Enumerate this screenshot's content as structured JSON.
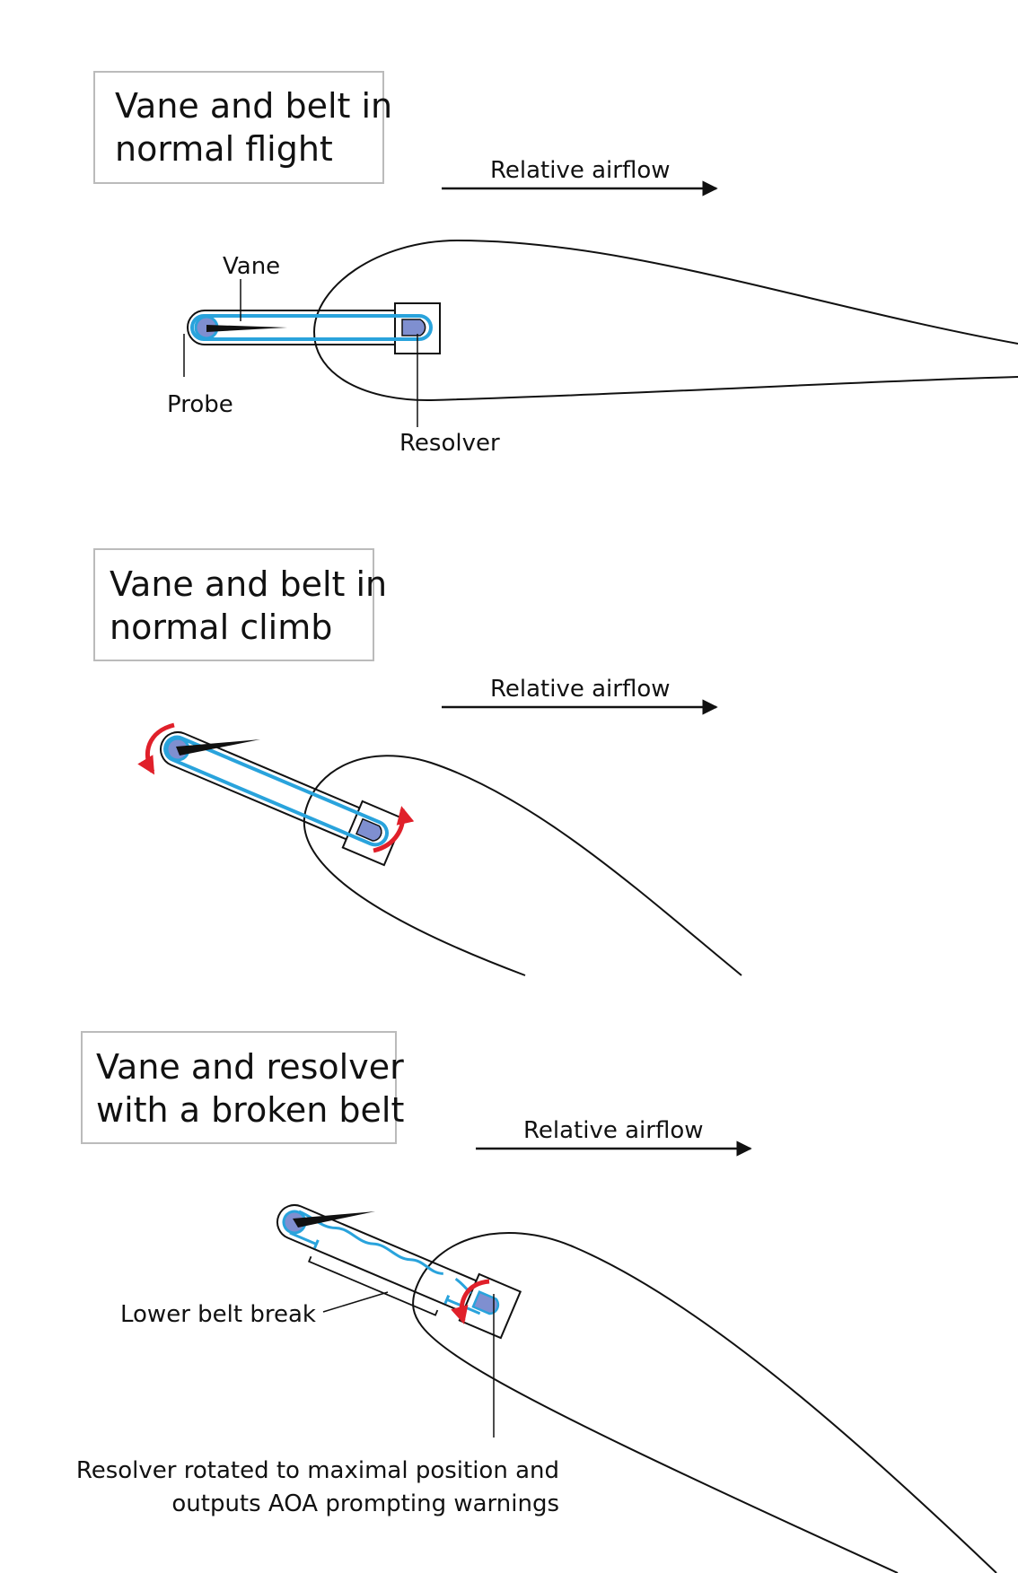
{
  "panels": [
    {
      "title_lines": [
        "Vane and belt in",
        "normal flight"
      ],
      "airflow": "Relative airflow",
      "labels": {
        "vane": "Vane",
        "probe": "Probe",
        "resolver": "Resolver"
      }
    },
    {
      "title_lines": [
        "Vane and belt in",
        "normal climb"
      ],
      "airflow": "Relative airflow"
    },
    {
      "title_lines": [
        "Vane and resolver",
        "with a broken belt"
      ],
      "airflow": "Relative airflow",
      "labels": {
        "belt_break": "Lower belt break",
        "resolver_note_lines": [
          "Resolver rotated to maximal position and",
          "outputs AOA prompting warnings"
        ]
      }
    }
  ],
  "colors": {
    "belt": "#29a3dc",
    "pulley": "#7f8fd0",
    "arrow_red": "#e0202a",
    "line": "#111111"
  }
}
